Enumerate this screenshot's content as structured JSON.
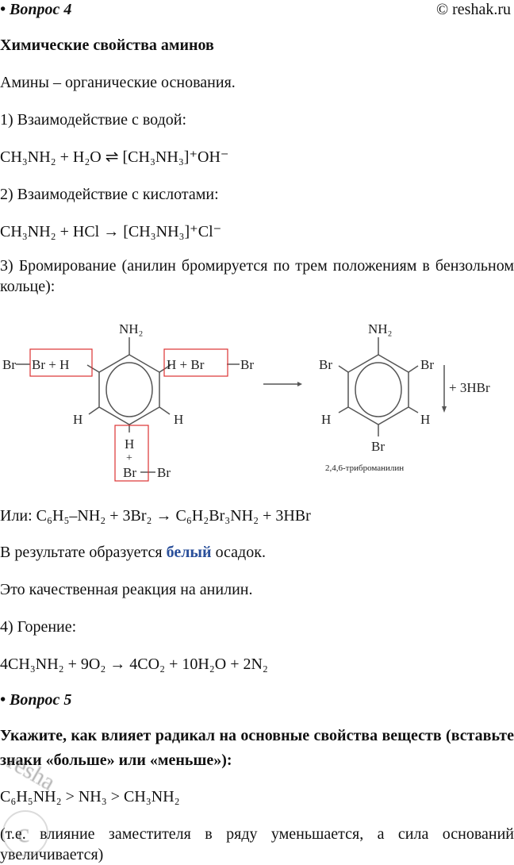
{
  "header": {
    "question": "• Вопрос 4",
    "copyright": "© reshak.ru"
  },
  "q4": {
    "title": "Химические свойства аминов",
    "intro": "Амины – органические основания.",
    "p1": "1) Взаимодействие с водой:",
    "eq1": "CH₃NH₂ + H₂O ⇌ [CH₃NH₃]⁺OH⁻",
    "p2": "2) Взаимодействие с кислотами:",
    "eq2": "CH₃NH₂ + HCl → [CH₃NH₃]⁺Cl⁻",
    "p3": "3) Бромирование (анилин бромируется по трем положениям в бензольном кольце):",
    "diagram": {
      "nh2": "NH₂",
      "br": "Br",
      "h": "H",
      "br_h": "Br + H",
      "h_br": "H + Br",
      "plus": "+",
      "hbr": "+ 3HBr",
      "product": "2,4,6-триброманилин"
    },
    "eq3": "Или: C₆H₅–NH₂ + 3Br₂ → C₆H₂Br₃NH₂ + 3HBr",
    "result_pre": "В результате образуется ",
    "result_bold": "белый",
    "result_post": " осадок.",
    "quality": "Это качественная реакция на анилин.",
    "p4": "4) Горение:",
    "eq4": "4CH₃NH₂ + 9O₂ → 4CO₂ + 10H₂O + 2N₂"
  },
  "q5": {
    "heading": "• Вопрос 5",
    "task": "Укажите, как влияет радикал на основные свойства веществ (вставьте знаки «больше» или «меньше»):",
    "answer": "C₆H₅NH₂ > NH₃ > CH₃NH₂",
    "explanation": "(т.е. влияние заместителя в ряду уменьшается, а сила оснований увеличивается)"
  },
  "watermark": "reshak.ru"
}
